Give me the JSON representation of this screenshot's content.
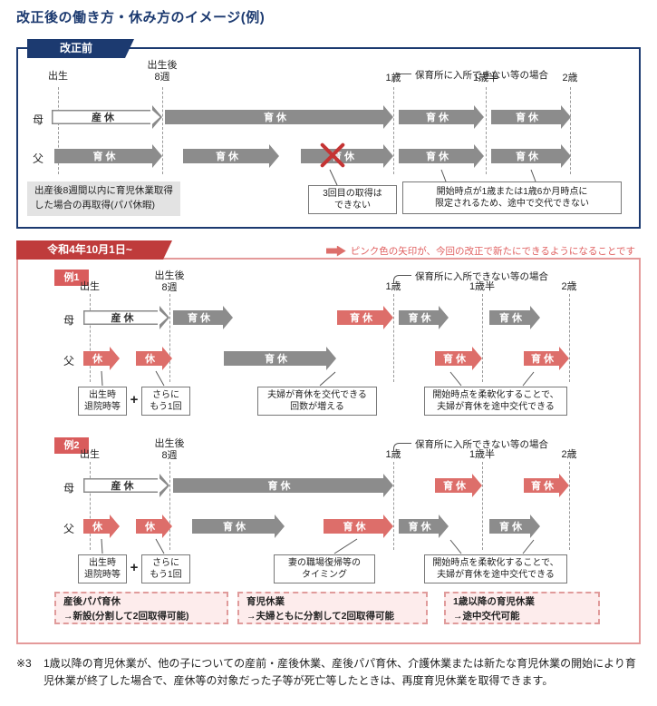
{
  "title": "改正後の働き方・休み方のイメージ(例)",
  "labels": {
    "mother": "母",
    "father": "父",
    "maternity_leave": "産休",
    "childcare_leave": "育休",
    "leave_short": "休",
    "birth": "出生",
    "after_birth": "出生後",
    "week8": "8週",
    "age1": "1歳",
    "age1_5": "1歳半",
    "age2": "2歳",
    "daycare_case": "保育所に入所できない等の場合",
    "plus": "+"
  },
  "colors": {
    "navy": "#1c3a70",
    "gray_arrow": "#8c8c8c",
    "pink_arrow": "#dd6e6a",
    "tab_red": "#bf3b3b",
    "panel_after_border": "#e49a9a",
    "summary_bg": "#fdecec"
  },
  "before": {
    "tab": "改正前",
    "papa_note_l1": "出産後8週間以内に育児休業取得",
    "papa_note_l2": "した場合の再取得(パパ休暇)",
    "third_time_l1": "3回目の取得は",
    "third_time_l2": "できない",
    "limited_l1": "開始時点が1歳または1歳6か月時点に",
    "limited_l2": "限定されるため、途中で交代できない"
  },
  "after": {
    "tab": "令和4年10月1日~",
    "legend": "ピンク色の矢印が、今回の改正で新たにできるようになることです",
    "ex1_tab": "例1",
    "ex2_tab": "例2",
    "birth_note_l1": "出生時",
    "birth_note_l2": "退院時等",
    "more_note_l1": "さらに",
    "more_note_l2": "もう1回",
    "swap_note_l1": "夫婦が育休を交代できる",
    "swap_note_l2": "回数が増える",
    "flex_note_l1": "開始時点を柔軟化することで、",
    "flex_note_l2": "夫婦が育休を途中交代できる",
    "return_note_l1": "妻の職場復帰等の",
    "return_note_l2": "タイミング",
    "summary": [
      {
        "l1": "産後パパ育休",
        "l2": "→新設(分割して2回取得可能)"
      },
      {
        "l1": "育児休業",
        "l2": "→夫婦ともに分割して2回取得可能"
      },
      {
        "l1": "1歳以降の育児休業",
        "l2": "→途中交代可能"
      }
    ]
  },
  "footnote": {
    "marker": "※3",
    "text": "1歳以降の育児休業が、他の子についての産前・産後休業、産後パパ育休、介護休業または新たな育児休業の開始により育児休業が終了した場合で、産休等の対象だった子等が死亡等したときは、再度育児休業を取得できます。"
  }
}
